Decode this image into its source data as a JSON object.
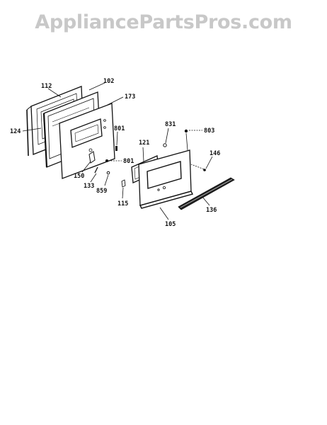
{
  "watermark": "AppliancePartsPros.com",
  "callouts": {
    "c112": "112",
    "c102": "102",
    "c173": "173",
    "c124": "124",
    "c801a": "801",
    "c801b": "801",
    "c150": "150",
    "c133": "133",
    "c859": "859",
    "c831": "831",
    "c803": "803",
    "c121": "121",
    "c146": "146",
    "c115": "115",
    "c136": "136",
    "c105": "105"
  }
}
